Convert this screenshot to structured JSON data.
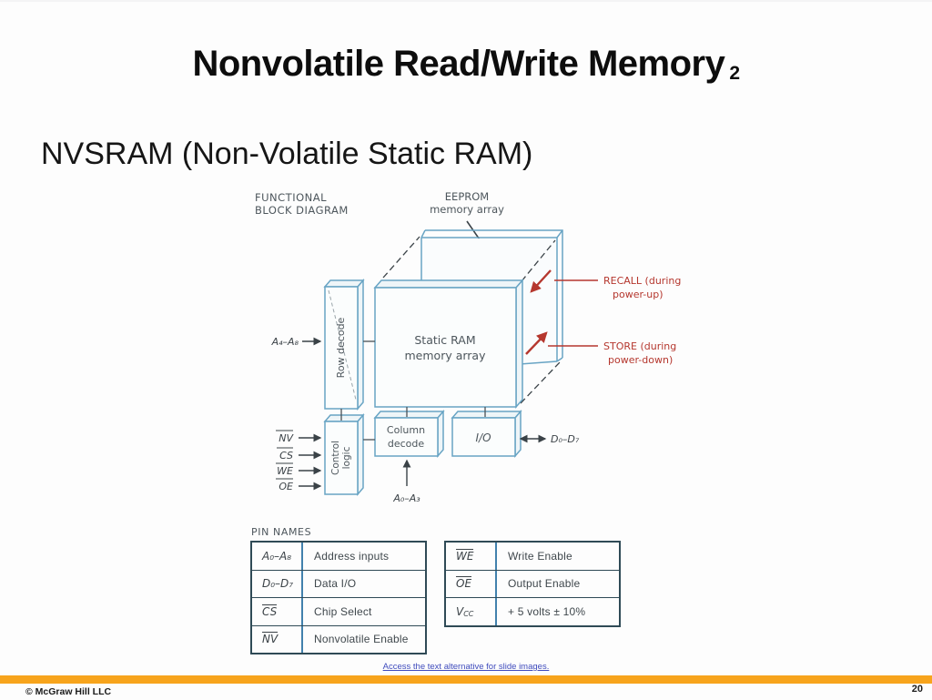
{
  "slide": {
    "title": "Nonvolatile Read/Write Memory",
    "title_index": "2",
    "subtitle": "NVSRAM (Non-Volatile Static RAM)",
    "alt_link": "Access the text alternative for slide images.",
    "footer": {
      "copyright": "© McGraw Hill LLC",
      "page_number": "20"
    }
  },
  "diagram": {
    "heading_line1": "FUNCTIONAL",
    "heading_line2": "BLOCK DIAGRAM",
    "eeprom_line1": "EEPROM",
    "eeprom_line2": "memory array",
    "sram_line1": "Static RAM",
    "sram_line2": "memory array",
    "row_decode": "Row decode",
    "control_line1": "Control",
    "control_line2": "logic",
    "column_line1": "Column",
    "column_line2": "decode",
    "io": "I/O",
    "addr_high": "A₄–A₈",
    "addr_low": "A₀–A₃",
    "data_bus": "D₀–D₇",
    "pin_nv": "NV",
    "pin_cs": "CS",
    "pin_we": "WE",
    "pin_oe": "OE",
    "recall_line1": "RECALL (during",
    "recall_line2": "power-up)",
    "store_line1": "STORE (during",
    "store_line2": "power-down)"
  },
  "pin_table": {
    "heading": "PIN NAMES",
    "left_rows": [
      {
        "pin": "A₀–A₈",
        "desc": "Address inputs"
      },
      {
        "pin": "D₀–D₇",
        "desc": "Data I/O"
      },
      {
        "pin": "CS",
        "desc": "Chip Select"
      },
      {
        "pin": "NV",
        "desc": "Nonvolatile Enable"
      }
    ],
    "right_rows": [
      {
        "pin": "WE",
        "desc": "Write Enable"
      },
      {
        "pin": "OE",
        "desc": "Output Enable"
      },
      {
        "pin_main": "V",
        "pin_sub": "CC",
        "desc": "+ 5 volts ± 10%"
      }
    ]
  },
  "colors": {
    "accent_bar": "#F7A41C",
    "diagram_blue": "#68A4C4",
    "diagram_red": "#B5372E",
    "link_blue": "#3F4BBD",
    "table_border": "#2F4A56",
    "table_divider": "#4281AD"
  }
}
